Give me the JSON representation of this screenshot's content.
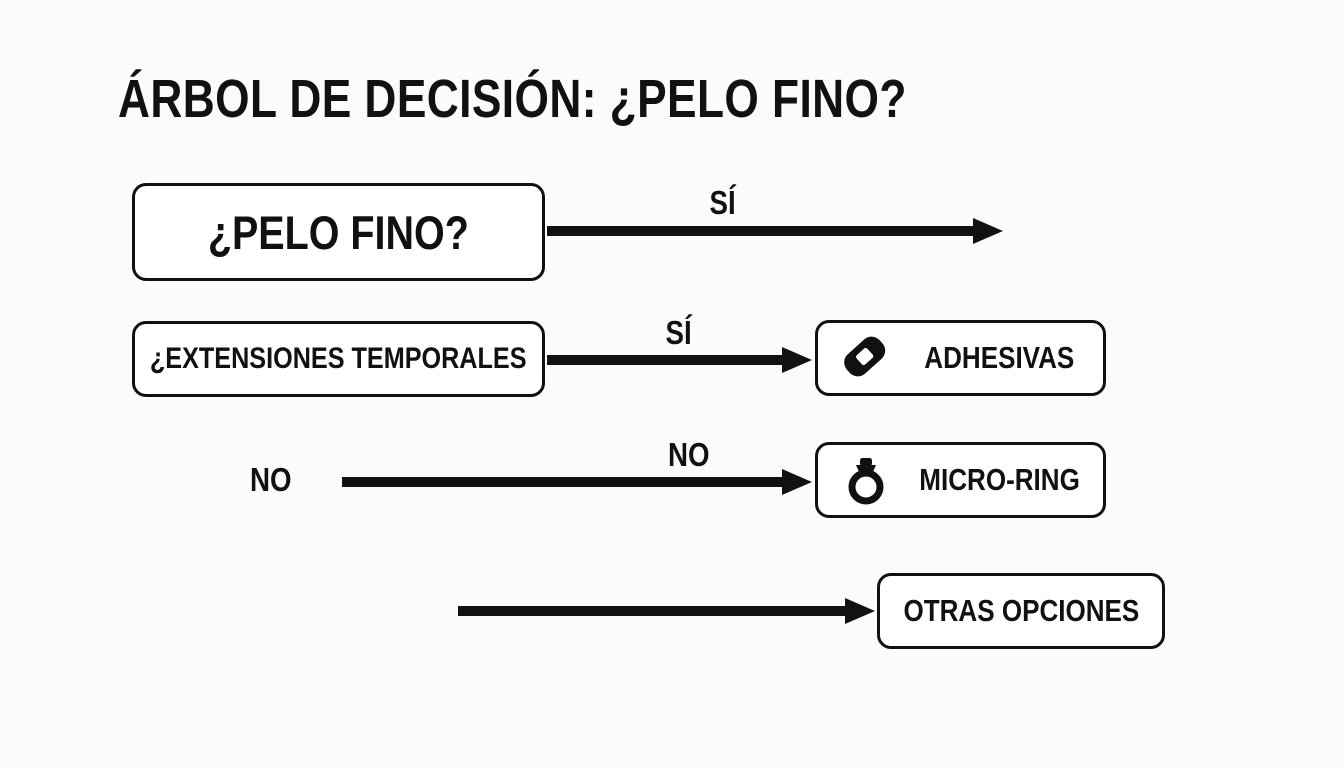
{
  "page": {
    "title": "ÁRBOL DE DECISIÓN: ¿PELO FINO?",
    "background_color": "#fbfbfa",
    "ink_color": "#111111"
  },
  "diagram": {
    "type": "decision-tree",
    "nodes": [
      {
        "id": "root",
        "label": "¿PELO FINO?",
        "icon": null,
        "shape": "rounded-rect"
      },
      {
        "id": "temporal",
        "label": "¿EXTENSIONES TEMPORALES",
        "icon": null,
        "shape": "rounded-rect"
      },
      {
        "id": "adhesivas",
        "label": "ADHESIVAS",
        "icon": "bandage-icon",
        "shape": "rounded-rect"
      },
      {
        "id": "microring",
        "label": "MICRO-RING",
        "icon": "ring-icon",
        "shape": "rounded-rect"
      },
      {
        "id": "otras",
        "label": "OTRAS OPCIONES",
        "icon": null,
        "shape": "rounded-rect"
      }
    ],
    "edges": [
      {
        "id": "root-si",
        "label": "SÍ",
        "from": "root",
        "to": null
      },
      {
        "id": "temporal-si",
        "label": "SÍ",
        "from": "temporal",
        "to": "adhesivas"
      },
      {
        "id": "no-microring",
        "label": "NO",
        "from": null,
        "to": "microring"
      },
      {
        "id": "otras-opciones",
        "label": "",
        "from": null,
        "to": "otras"
      }
    ],
    "loose_labels": [
      {
        "id": "no-left",
        "label": "NO"
      }
    ]
  }
}
